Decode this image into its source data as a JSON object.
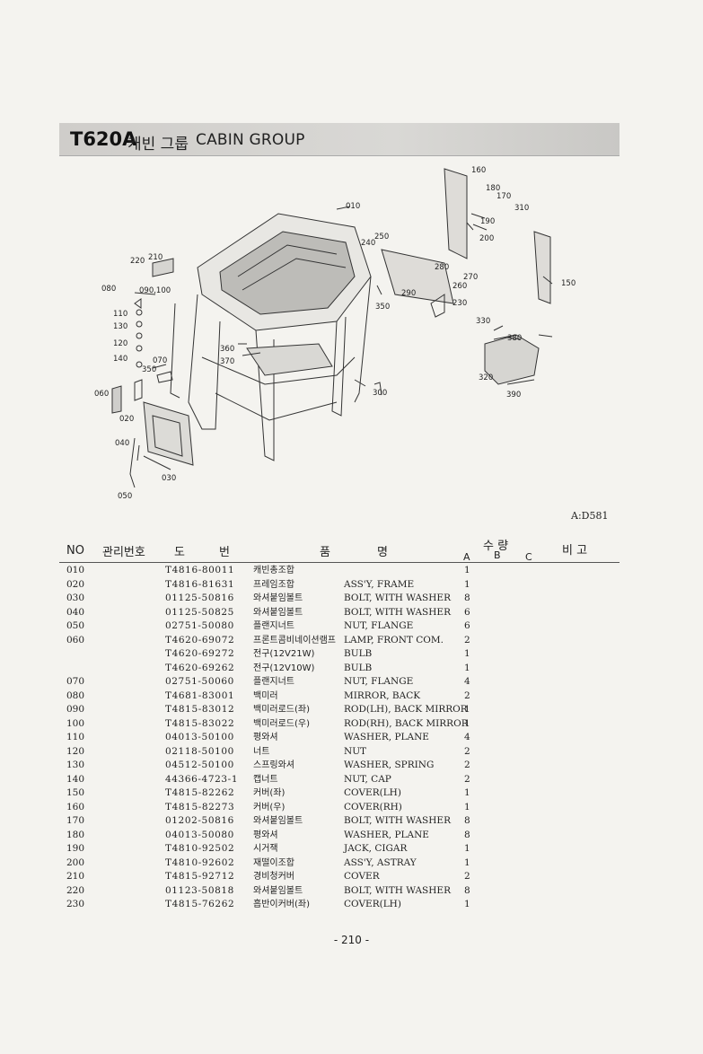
{
  "header": {
    "model": "T620A",
    "title_ko": "캐빈 그룹",
    "title_en": "CABIN GROUP"
  },
  "diagram": {
    "callouts": [
      "010",
      "020",
      "030",
      "040",
      "050",
      "060",
      "070",
      "080",
      "090,100",
      "110",
      "120",
      "130",
      "140",
      "150",
      "160",
      "170",
      "180",
      "190",
      "200",
      "210",
      "220",
      "230",
      "240",
      "250",
      "260",
      "270",
      "280",
      "290",
      "300",
      "310",
      "320",
      "330",
      "350",
      "360",
      "370",
      "380",
      "390",
      "350"
    ]
  },
  "reference": "A:D581",
  "table": {
    "columns": {
      "no": "NO",
      "mgmt": "관리번호",
      "drawing": "도",
      "drawing2": "번",
      "name": "품",
      "name2": "명",
      "qty": "수 량",
      "qty_a": "A",
      "qty_b": "B",
      "qty_c": "C",
      "remarks": "비 고"
    },
    "rows": [
      {
        "no": "010",
        "part": "T4816-80011",
        "ko": "캐빈총조합",
        "en": "",
        "q": "1"
      },
      {
        "no": "020",
        "part": "T4816-81631",
        "ko": "프레임조합",
        "en": "ASS'Y, FRAME",
        "q": "1"
      },
      {
        "no": "030",
        "part": "01125-50816",
        "ko": "와셔붙임볼트",
        "en": "BOLT, WITH WASHER",
        "q": "8"
      },
      {
        "no": "040",
        "part": "01125-50825",
        "ko": "와셔붙임볼트",
        "en": "BOLT, WITH WASHER",
        "q": "6"
      },
      {
        "no": "050",
        "part": "02751-50080",
        "ko": "플랜지너트",
        "en": "NUT, FLANGE",
        "q": "6"
      },
      {
        "no": "060",
        "part": "T4620-69072",
        "ko": "프론트콤비네이션램프",
        "en": "LAMP, FRONT COM.",
        "q": "2"
      },
      {
        "no": "",
        "part": "T4620-69272",
        "ko": "전구(12V21W)",
        "en": "BULB",
        "q": "1"
      },
      {
        "no": "",
        "part": "T4620-69262",
        "ko": "전구(12V10W)",
        "en": "BULB",
        "q": "1"
      },
      {
        "no": "070",
        "part": "02751-50060",
        "ko": "플랜지너트",
        "en": "NUT, FLANGE",
        "q": "4"
      },
      {
        "no": "080",
        "part": "T4681-83001",
        "ko": "백미러",
        "en": "MIRROR, BACK",
        "q": "2"
      },
      {
        "no": "090",
        "part": "T4815-83012",
        "ko": "백미러로드(좌)",
        "en": "ROD(LH), BACK MIRROR",
        "q": "1"
      },
      {
        "no": "100",
        "part": "T4815-83022",
        "ko": "백미러로드(우)",
        "en": "ROD(RH), BACK MIRROR",
        "q": "1"
      },
      {
        "no": "110",
        "part": "04013-50100",
        "ko": "평와셔",
        "en": "WASHER, PLANE",
        "q": "4"
      },
      {
        "no": "120",
        "part": "02118-50100",
        "ko": "너트",
        "en": "NUT",
        "q": "2"
      },
      {
        "no": "130",
        "part": "04512-50100",
        "ko": "스프링와셔",
        "en": "WASHER, SPRING",
        "q": "2"
      },
      {
        "no": "140",
        "part": "44366-4723-1",
        "ko": "캡너트",
        "en": "NUT, CAP",
        "q": "2"
      },
      {
        "no": "150",
        "part": "T4815-82262",
        "ko": "커버(좌)",
        "en": "COVER(LH)",
        "q": "1"
      },
      {
        "no": "160",
        "part": "T4815-82273",
        "ko": "커버(우)",
        "en": "COVER(RH)",
        "q": "1"
      },
      {
        "no": "170",
        "part": "01202-50816",
        "ko": "와셔붙임볼트",
        "en": "BOLT, WITH WASHER",
        "q": "8"
      },
      {
        "no": "180",
        "part": "04013-50080",
        "ko": "평와셔",
        "en": "WASHER, PLANE",
        "q": "8"
      },
      {
        "no": "190",
        "part": "T4810-92502",
        "ko": "시거잭",
        "en": "JACK, CIGAR",
        "q": "1"
      },
      {
        "no": "200",
        "part": "T4810-92602",
        "ko": "재떨이조합",
        "en": "ASS'Y, ASTRAY",
        "q": "1"
      },
      {
        "no": "210",
        "part": "T4815-92712",
        "ko": "경비청커버",
        "en": "COVER",
        "q": "2"
      },
      {
        "no": "220",
        "part": "01123-50818",
        "ko": "와셔붙임볼트",
        "en": "BOLT, WITH WASHER",
        "q": "8"
      },
      {
        "no": "230",
        "part": "T4815-76262",
        "ko": "흡반이커버(좌)",
        "en": "COVER(LH)",
        "q": "1"
      }
    ]
  },
  "footer": {
    "page": "- 210 -"
  }
}
